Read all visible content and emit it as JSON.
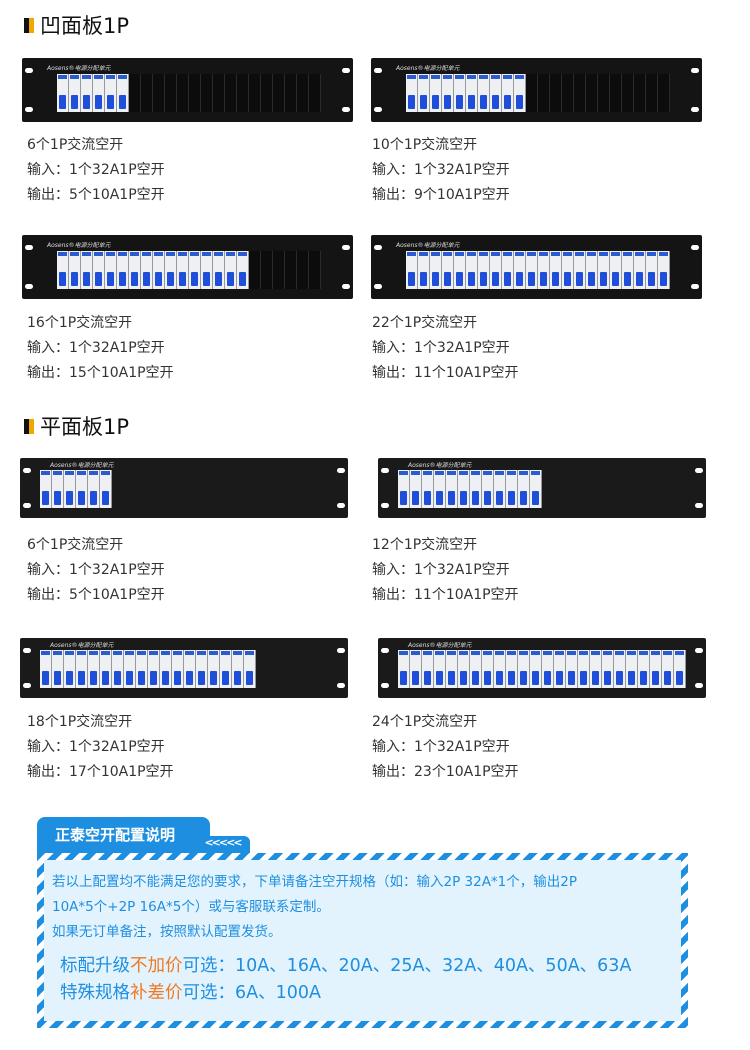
{
  "sections": [
    {
      "title": "凹面板1P",
      "type": "recessed",
      "items": [
        {
          "breakers": 6,
          "name": "6个1P交流空开",
          "input": "输入：1个32A1P空开",
          "output": "输出：5个10A1P空开"
        },
        {
          "breakers": 10,
          "name": "10个1P交流空开",
          "input": "输入：1个32A1P空开",
          "output": "输出：9个10A1P空开"
        },
        {
          "breakers": 16,
          "name": "16个1P交流空开",
          "input": "输入：1个32A1P空开",
          "output": "输出：15个10A1P空开"
        },
        {
          "breakers": 22,
          "name": "22个1P交流空开",
          "input": "输入：1个32A1P空开",
          "output": "输出：11个10A1P空开"
        }
      ]
    },
    {
      "title": "平面板1P",
      "type": "flat",
      "items": [
        {
          "breakers": 6,
          "name": "6个1P交流空开",
          "input": "输入：1个32A1P空开",
          "output": "输出：5个10A1P空开"
        },
        {
          "breakers": 12,
          "name": "12个1P交流空开",
          "input": "输入：1个32A1P空开",
          "output": "输出：11个10A1P空开"
        },
        {
          "breakers": 18,
          "name": "18个1P交流空开",
          "input": "输入：1个32A1P空开",
          "output": "输出：17个10A1P空开"
        },
        {
          "breakers": 24,
          "name": "24个1P交流空开",
          "input": "输入：1个32A1P空开",
          "output": "输出：23个10A1P空开"
        }
      ]
    }
  ],
  "panel_brand": "Aosens®电源分配单元",
  "info": {
    "tab": "正泰空开配置说明",
    "arrows": "<<<<<",
    "line1": "若以上配置均不能满足您的要求，下单请备注空开规格（如：输入2P   32A*1个，输出2P",
    "line2": "10A*5个+2P 16A*5个）或与客服联系定制。",
    "line3": "如果无订单备注，按照默认配置发货。",
    "upgrade_a": "标配升级",
    "upgrade_b": "不加价",
    "upgrade_c": "可选：10A、16A、20A、25A、32A、40A、50A、63A",
    "special_a": "特殊规格",
    "special_b": "补差价",
    "special_c": "可选：6A、100A"
  },
  "colors": {
    "accent": "#1e8fe0",
    "highlight": "#f07820",
    "marker": "#f0a800"
  }
}
